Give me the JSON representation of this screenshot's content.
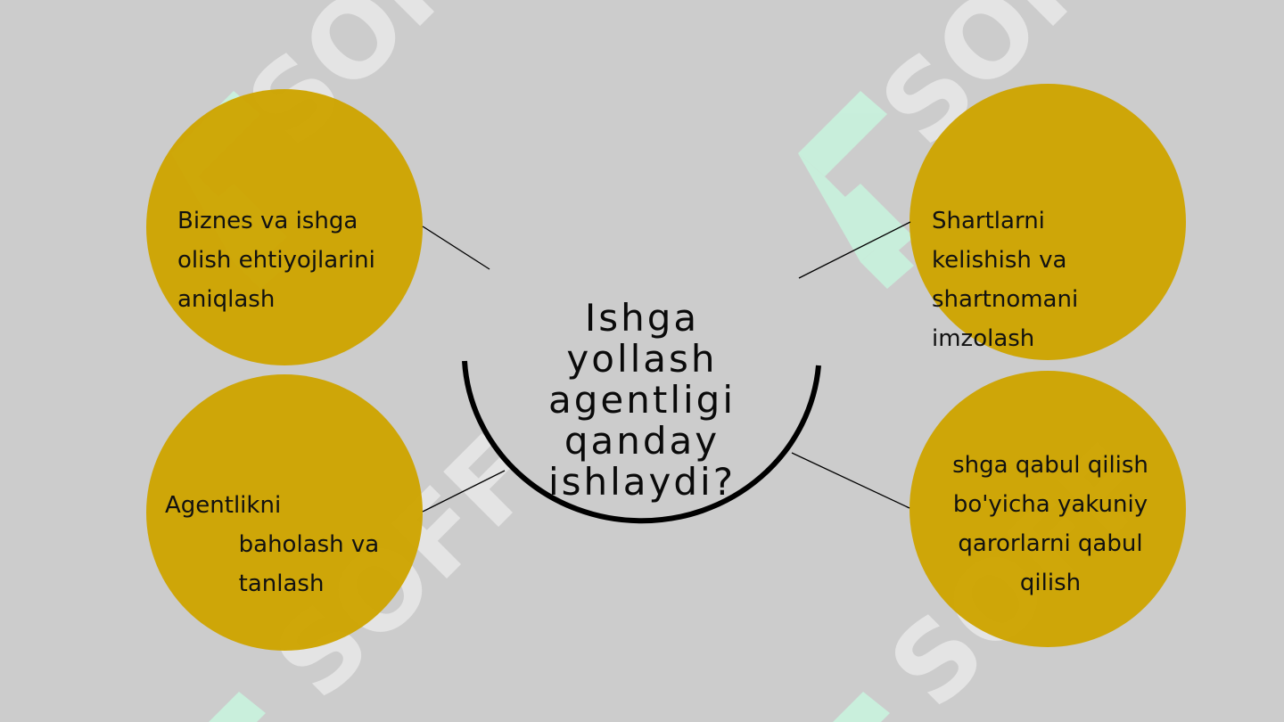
{
  "diagram": {
    "title": "Ishga\nyollash\nagentligi\nqanday\nishlaydi?",
    "steps": [
      {
        "text": "Biznes va ishga\nolish ehtiyojlarini\naniqlash"
      },
      {
        "text": "Agentlikni\n          baholash va\n          tanlash"
      },
      {
        "text": "Shartlarni\nkelishish va\nshartnomani\nimzolash"
      },
      {
        "text": "shga qabul qilish\nbo'yicha yakuniy\nqarorlarni qabul\nqilish"
      }
    ],
    "watermark": {
      "text": "SOFF"
    }
  },
  "colors": {
    "background": "#cccccc",
    "circle_fill": "#cea400",
    "arc_stroke": "#000000",
    "text": "#111111",
    "watermark_white": "#e4e4e4",
    "watermark_green": "#c8f0dc"
  }
}
